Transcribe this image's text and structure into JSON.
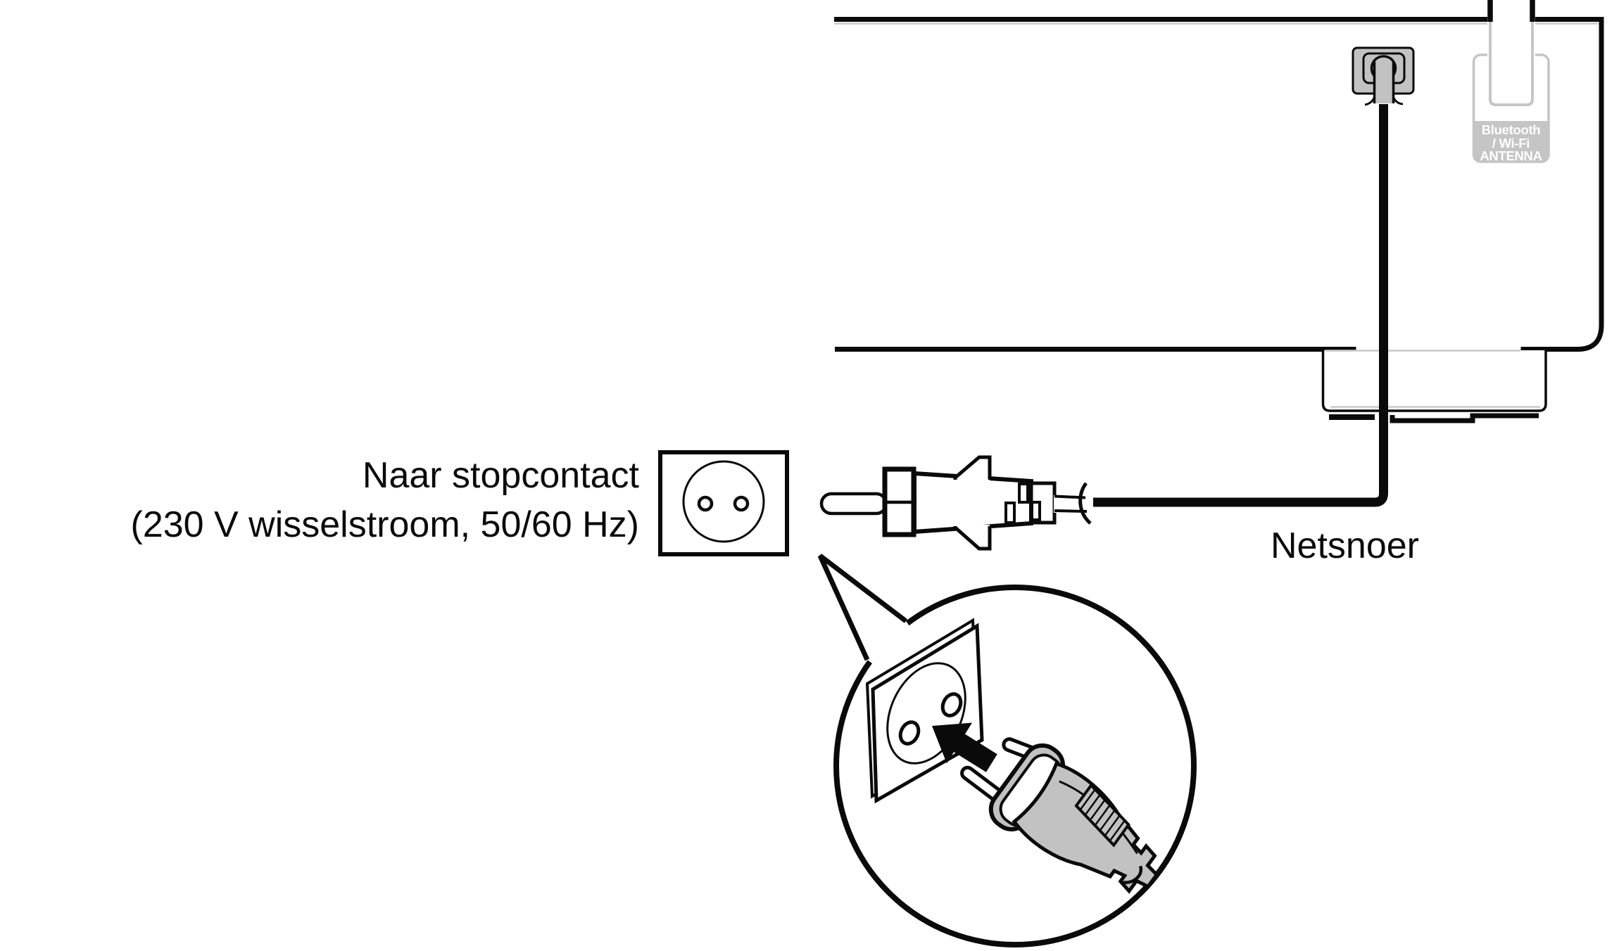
{
  "diagram": {
    "type": "power-cord-connection-diagram",
    "labels": {
      "outlet_line1": "Naar stopcontact",
      "outlet_line2": "(230 V wisselstroom, 50/60 Hz)",
      "power_cord": "Netsnoer"
    },
    "antenna_label": {
      "line1": "Bluetooth",
      "line2": "/ Wi-Fi",
      "line3": "ANTENNA"
    },
    "colors": {
      "ink": "#0a0a0a",
      "device_gray": "#c2c2c2",
      "panel_gray": "#c5c5c5",
      "hairline_gray": "#c9c9c9",
      "text_white": "#ffffff"
    }
  }
}
